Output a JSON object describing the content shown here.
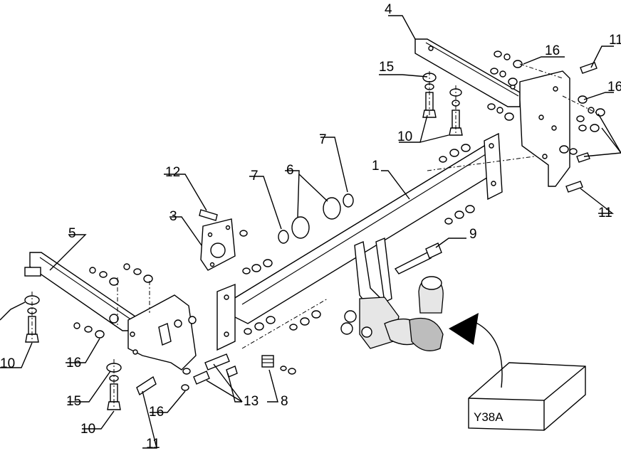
{
  "labels": {
    "p1": "1",
    "p3": "3",
    "p4": "4",
    "p5": "5",
    "p6": "6",
    "p7a": "7",
    "p7b": "7",
    "p8": "8",
    "p9": "9",
    "p10_right": "10",
    "p10_left_top": "10",
    "p10_left_bottom": "10",
    "p11_top_right": "11",
    "p11_bottom_right": "11",
    "p11_bottom_left": "11",
    "p12": "12",
    "p13": "13",
    "p15_right": "15",
    "p15_left": "15",
    "p16_right_top": "16",
    "p16_right_edge": "16",
    "p16_left": "16",
    "p16_bottom": "16"
  },
  "model_box": {
    "code": "Y38A"
  },
  "colors": {
    "line": "#000000",
    "background": "#ffffff",
    "fill_light": "#e6e6e6",
    "fill_dark": "#bdbdbd"
  }
}
